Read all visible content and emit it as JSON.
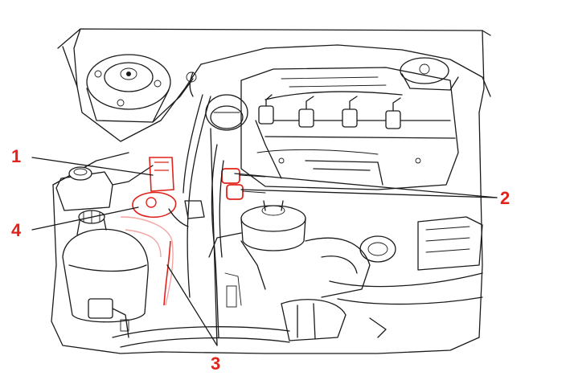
{
  "colors": {
    "highlight": "#e0231b",
    "highlight_soft": "#f2a5a1",
    "linework": "#1a1a1a",
    "background": "#ffffff"
  },
  "callouts": [
    {
      "id": "1",
      "label": "1"
    },
    {
      "id": "2",
      "label": "2"
    },
    {
      "id": "3",
      "label": "3"
    },
    {
      "id": "4",
      "label": "4"
    }
  ]
}
